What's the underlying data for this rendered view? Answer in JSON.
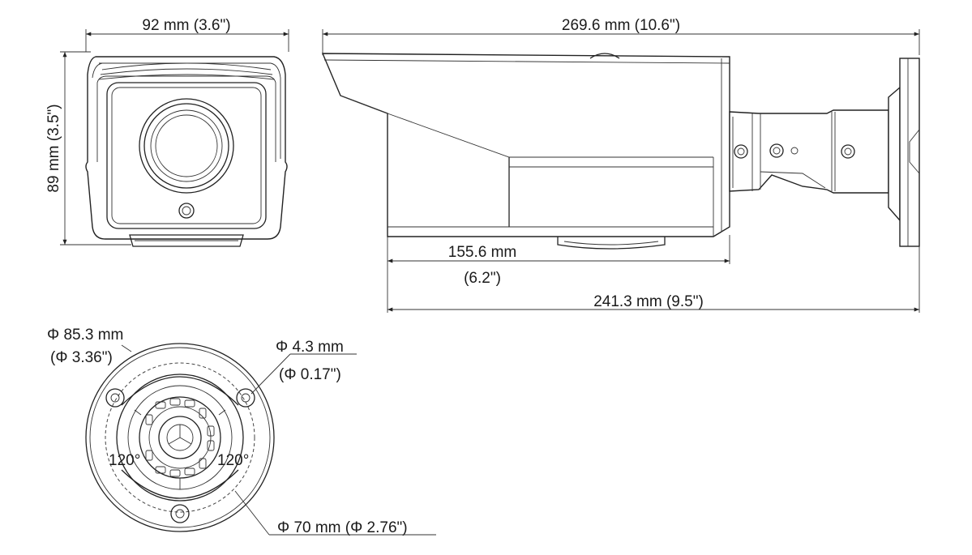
{
  "dimensions": {
    "front_width": "92 mm (3.6\")",
    "front_height": "89 mm (3.5\")",
    "side_total_length": "269.6 mm (10.6\")",
    "side_body_mm": "155.6 mm",
    "side_body_in": "(6.2\")",
    "side_length": "241.3 mm (9.5\")",
    "base_outer_mm": "Φ 85.3 mm",
    "base_outer_in": "(Φ 3.36\")",
    "hole_mm": "Φ 4.3 mm",
    "hole_in": "(Φ 0.17\")",
    "angle_left": "120°",
    "angle_right": "120°",
    "hole_circle": "Φ 70 mm (Φ 2.76\")"
  }
}
